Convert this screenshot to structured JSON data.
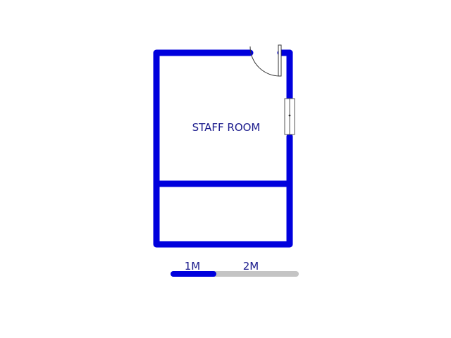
{
  "plan": {
    "room_label": "STAFF ROOM",
    "wall_color": "#0000dd",
    "door_color": "#333333",
    "window_color": "#555555"
  },
  "scale_bar": {
    "label_1": "1M",
    "label_2": "2M",
    "color_primary": "#0000dd",
    "color_secondary": "#c4c4c4"
  }
}
